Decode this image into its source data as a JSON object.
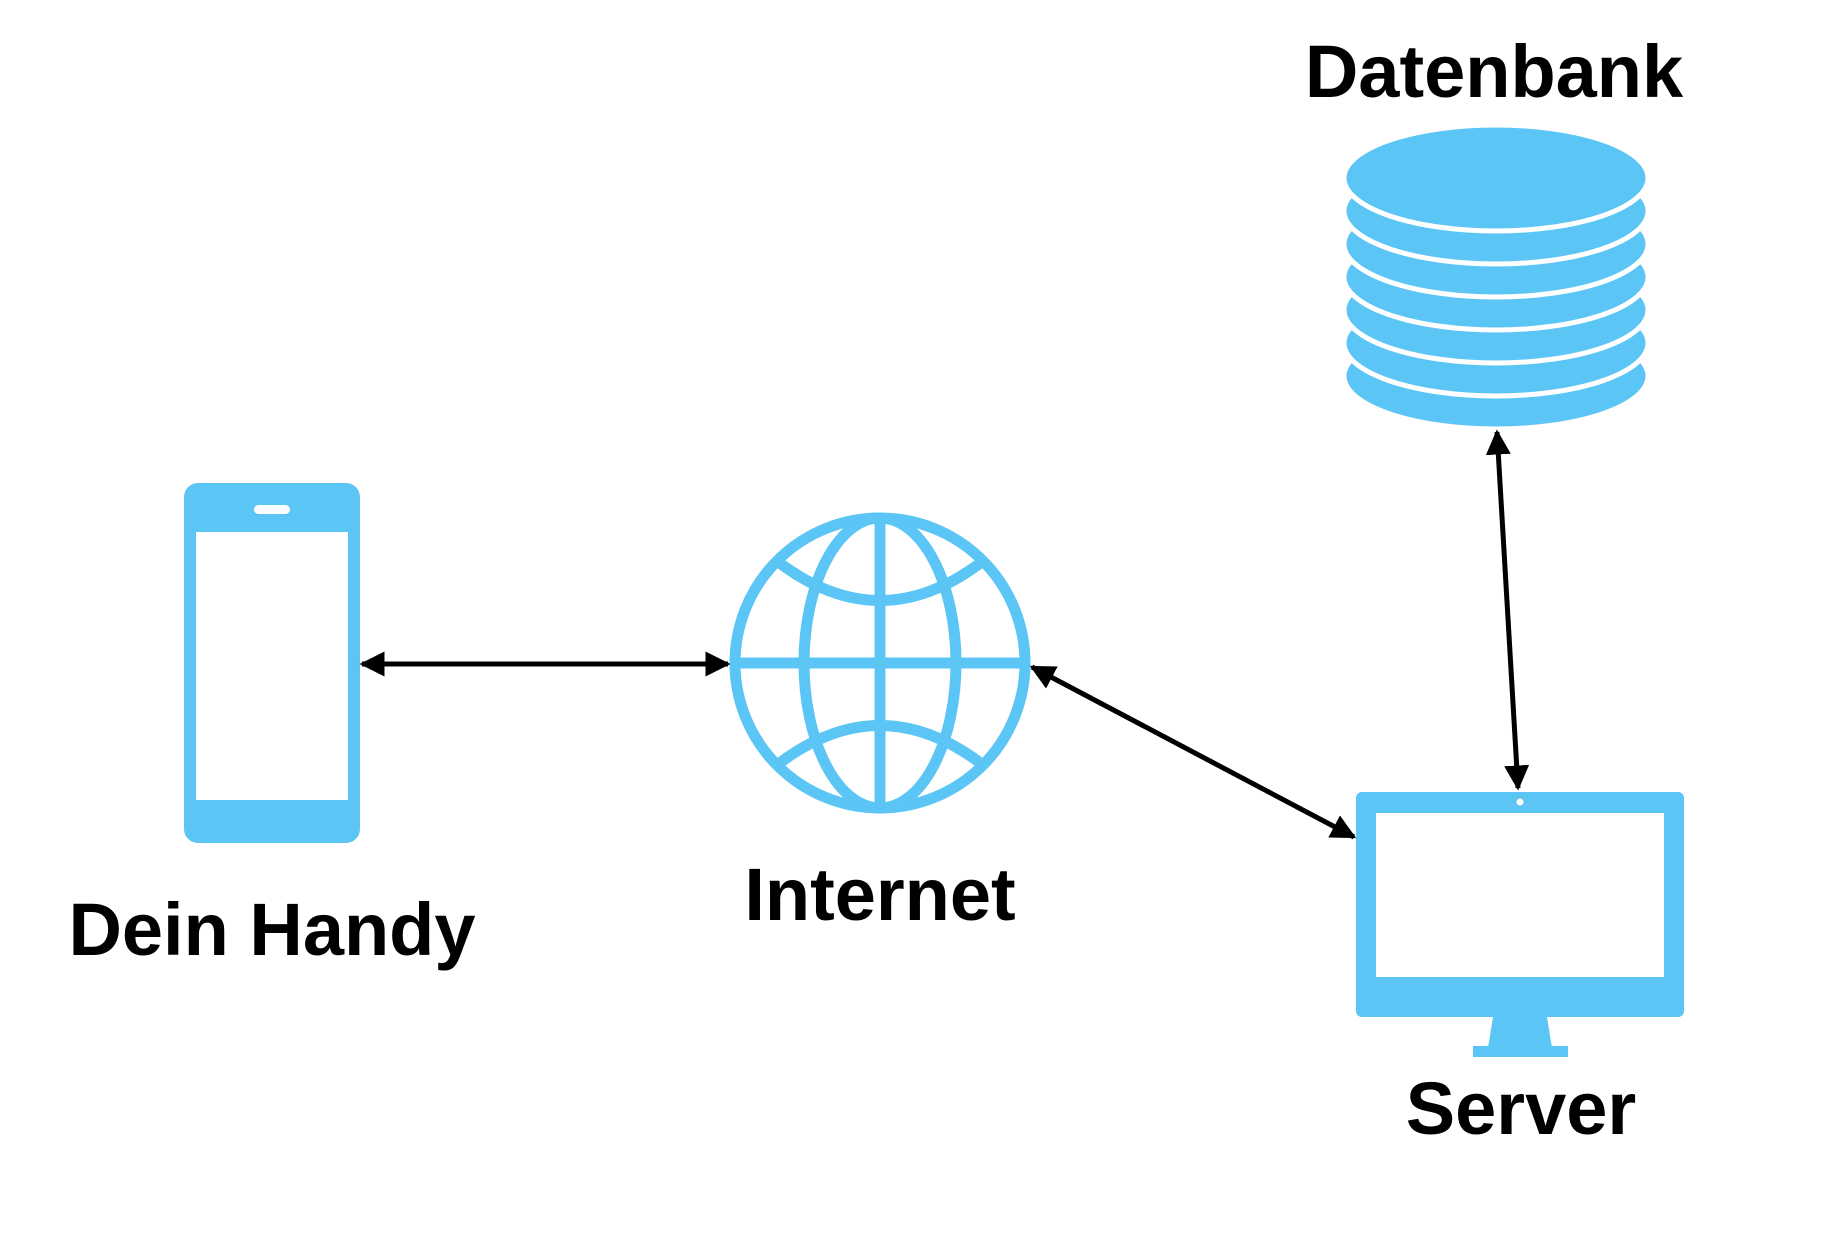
{
  "diagram": {
    "accent_color": "#5BC5F5",
    "arrow_color": "#000000",
    "nodes": {
      "phone": {
        "label": "Dein Handy",
        "icon": "smartphone-icon"
      },
      "internet": {
        "label": "Internet",
        "icon": "globe-icon"
      },
      "server": {
        "label": "Server",
        "icon": "monitor-icon"
      },
      "database": {
        "label": "Datenbank",
        "icon": "database-icon"
      }
    },
    "connections": [
      {
        "from": "phone",
        "to": "internet",
        "direction": "both"
      },
      {
        "from": "internet",
        "to": "server",
        "direction": "both"
      },
      {
        "from": "server",
        "to": "database",
        "direction": "both"
      }
    ]
  }
}
